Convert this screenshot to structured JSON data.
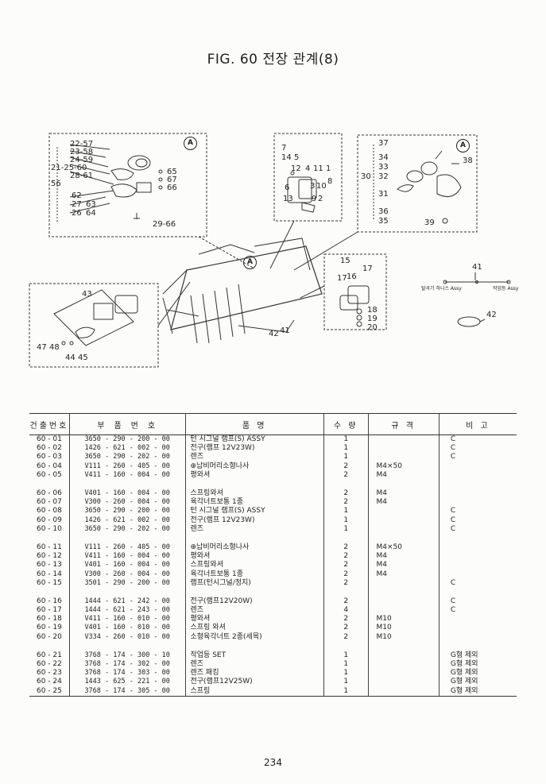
{
  "title": "FIG. 60 전장 관계(8)",
  "page_number": "234",
  "callouts": {
    "a_marker": "A",
    "panel_left": [
      "22-57",
      "23-58",
      "24-59",
      "21-25-60",
      "28-61",
      "56",
      "62",
      "27",
      "63",
      "26",
      "64",
      "65",
      "67",
      "66",
      "29-66"
    ],
    "panel_mid": [
      "7",
      "14",
      "5",
      "12",
      "4",
      "11",
      "1",
      "8",
      "6",
      "3",
      "10",
      "13",
      "9",
      "2"
    ],
    "panel_right": [
      "37",
      "34",
      "33",
      "32",
      "30",
      "31",
      "36",
      "35",
      "38",
      "39"
    ],
    "panel_lamp": [
      "43",
      "47",
      "48",
      "44",
      "45"
    ],
    "panel_small": [
      "15",
      "16",
      "17",
      "17",
      "18",
      "19",
      "20"
    ],
    "machine": [
      "42",
      "41"
    ],
    "harness_number": "41",
    "harness_left": "탈곡기 하니스 Assy",
    "harness_right": "작업등 Assy",
    "clip_number": "42"
  },
  "table": {
    "headers": [
      "건출번호",
      "부 품 번 호",
      "품 명",
      "수 량",
      "규 격",
      "비 고"
    ],
    "rows": [
      [
        "60 - 01",
        "3650 - 290 - 200 - 00",
        "턴 시그널 램프(S) ASSY",
        "1",
        "",
        "C"
      ],
      [
        "60 - 02",
        "1426 - 621 - 002 - 00",
        "전구(램프 12V23W)",
        "1",
        "",
        "C"
      ],
      [
        "60 - 03",
        "3650 - 290 - 202 - 00",
        "렌즈",
        "1",
        "",
        "C"
      ],
      [
        "60 - 04",
        "V111 - 260 - 405 - 00",
        "⊕납비머리소형나사",
        "2",
        "M4×50",
        ""
      ],
      [
        "60 - 05",
        "V411 - 160 - 004 - 00",
        "평와셔",
        "2",
        "M4",
        ""
      ],
      [
        "60 - 06",
        "V401 - 160 - 004 - 00",
        "스프링와셔",
        "2",
        "M4",
        ""
      ],
      [
        "60 - 07",
        "V300 - 260 - 004 - 00",
        "육각너트보통 1종",
        "2",
        "M4",
        ""
      ],
      [
        "60 - 08",
        "3650 - 290 - 200 - 00",
        "턴 시그널 램프(S) ASSY",
        "1",
        "",
        "C"
      ],
      [
        "60 - 09",
        "1426 - 621 - 002 - 00",
        "전구(램프 12V23W)",
        "1",
        "",
        "C"
      ],
      [
        "60 - 10",
        "3650 - 290 - 202 - 00",
        "렌즈",
        "1",
        "",
        "C"
      ],
      [
        "60 - 11",
        "V111 - 260 - 405 - 00",
        "⊕납비머리소형나사",
        "2",
        "M4×50",
        ""
      ],
      [
        "60 - 12",
        "V411 - 160 - 004 - 00",
        "평와셔",
        "2",
        "M4",
        ""
      ],
      [
        "60 - 13",
        "V401 - 160 - 004 - 00",
        "스프링와셔",
        "2",
        "M4",
        ""
      ],
      [
        "60 - 14",
        "V300 - 260 - 004 - 00",
        "육각너트보통 1종",
        "2",
        "M4",
        ""
      ],
      [
        "60 - 15",
        "3501 - 290 - 200 - 00",
        "램프(턴시그널/정지)",
        "2",
        "",
        "C"
      ],
      [
        "60 - 16",
        "1444 - 621 - 242 - 00",
        "전구(램프12V20W)",
        "2",
        "",
        "C"
      ],
      [
        "60 - 17",
        "1444 - 621 - 243 - 00",
        "렌즈",
        "4",
        "",
        "C"
      ],
      [
        "60 - 18",
        "V411 - 160 - 010 - 00",
        "평와셔",
        "2",
        "M10",
        ""
      ],
      [
        "60 - 19",
        "V401 - 160 - 010 - 00",
        "스프링 와셔",
        "2",
        "M10",
        ""
      ],
      [
        "60 - 20",
        "V334 - 260 - 010 - 00",
        "소형육각너트 2종(세목)",
        "2",
        "M10",
        ""
      ],
      [
        "60 - 21",
        "3768 - 174 - 300 - 10",
        "작업등 SET",
        "1",
        "",
        "G형 제외"
      ],
      [
        "60 - 22",
        "3768 - 174 - 302 - 00",
        "렌즈",
        "1",
        "",
        "G형 제외"
      ],
      [
        "60 - 23",
        "3768 - 174 - 303 - 00",
        "렌즈 패킹",
        "1",
        "",
        "G형 제외"
      ],
      [
        "60 - 24",
        "1443 - 625 - 221 - 00",
        "전구(램프12V25W)",
        "1",
        "",
        "G형 제외"
      ],
      [
        "60 - 25",
        "3768 - 174 - 305 - 00",
        "스프링",
        "1",
        "",
        "G형 제외"
      ]
    ]
  },
  "colors": {
    "ink": "#1e1e1e",
    "paper": "#fcfcfb"
  }
}
